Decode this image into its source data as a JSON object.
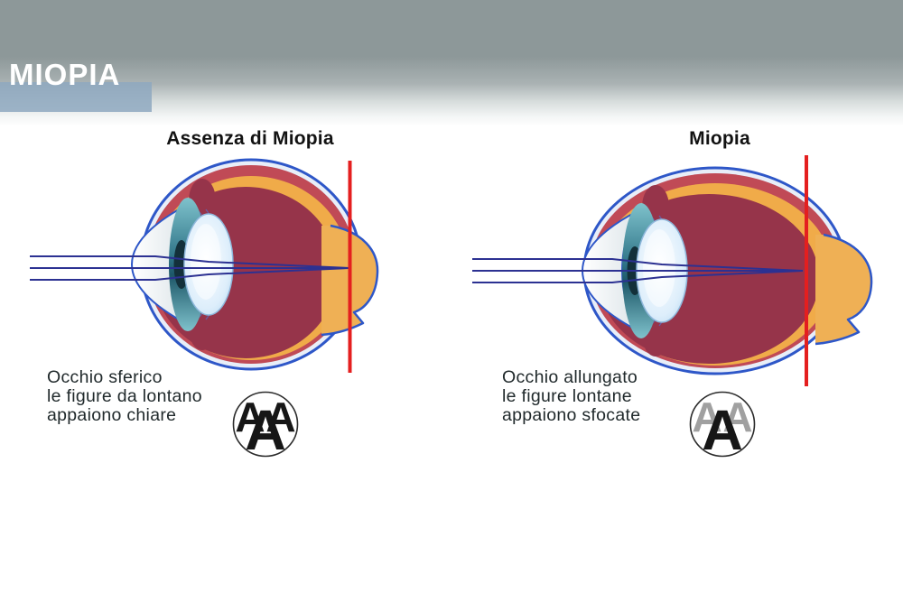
{
  "header": {
    "title": "MIOPIA"
  },
  "panels": [
    {
      "title": "Assenza di Miopia",
      "caption_lines": [
        "Occhio sferico",
        "le figure da lontano",
        "appaiono chiare"
      ],
      "acuity": {
        "letters": [
          "A",
          "A",
          "A"
        ],
        "style": "clear"
      }
    },
    {
      "title": "Miopia",
      "caption_lines": [
        "Occhio allungato",
        "le figure lontane",
        "appaiono sfocate"
      ],
      "acuity": {
        "letters": [
          "A",
          "A",
          "A"
        ],
        "style": "blurred"
      }
    }
  ],
  "colors": {
    "header_gray": "#8d9899",
    "accent_band": "#8ea8c0",
    "title_text": "#ffffff",
    "heading_text": "#121212",
    "caption_text": "#212a2c",
    "focal_line": "#e41f1f",
    "ray_blue": "#2c3192",
    "eye_outline": "#2e57c8",
    "sclera_gap": "#e8eef8",
    "choroid_red": "#c04a56",
    "retina_orange": "#f0ab49",
    "vitreous_maroon": "#96344a",
    "iris_teal": "#2f7487",
    "pupil_dark": "#13303a",
    "lens_blue": "#cfe6f8",
    "nerve_orange": "#efb055",
    "letter_sharp": "#161616",
    "letter_blur": "#a0a0a0",
    "circle_stroke": "#2b2b2b"
  }
}
